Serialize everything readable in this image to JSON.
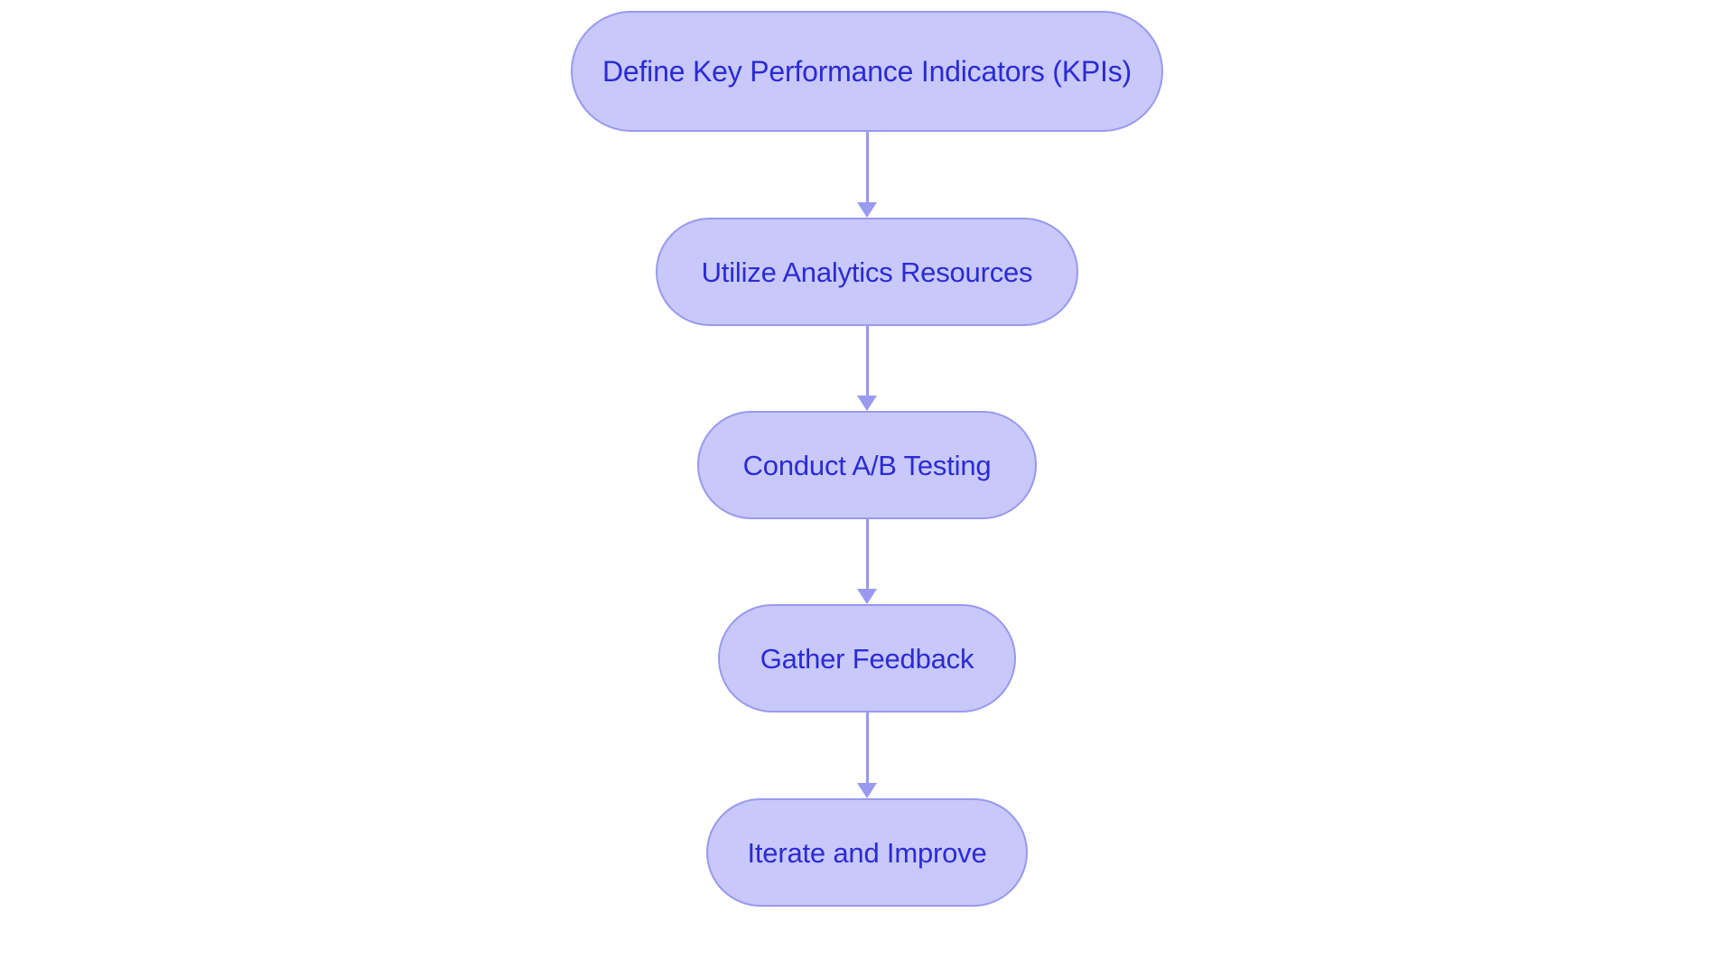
{
  "diagram": {
    "type": "flowchart",
    "orientation": "vertical-top-to-bottom",
    "background_color": "#ffffff",
    "node_fill_color": "#c8c8fa",
    "node_border_color": "#9999f0",
    "node_text_color": "#2b2bd4",
    "connector_color": "#9999f0",
    "node_shape": "pill",
    "nodes": [
      {
        "id": "step-1",
        "label": "Define Key Performance Indicators (KPIs)"
      },
      {
        "id": "step-2",
        "label": "Utilize Analytics Resources"
      },
      {
        "id": "step-3",
        "label": "Conduct A/B Testing"
      },
      {
        "id": "step-4",
        "label": "Gather Feedback"
      },
      {
        "id": "step-5",
        "label": "Iterate and Improve"
      }
    ],
    "edges": [
      {
        "from": "step-1",
        "to": "step-2",
        "arrow": "down"
      },
      {
        "from": "step-2",
        "to": "step-3",
        "arrow": "down"
      },
      {
        "from": "step-3",
        "to": "step-4",
        "arrow": "down"
      },
      {
        "from": "step-4",
        "to": "step-5",
        "arrow": "down"
      }
    ]
  }
}
